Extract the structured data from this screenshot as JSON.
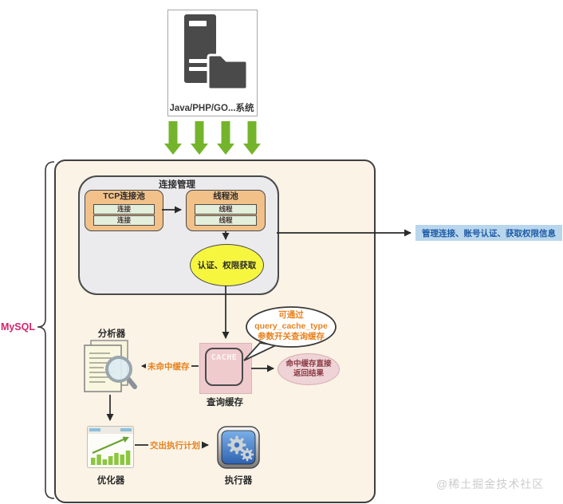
{
  "app": {
    "label": "Java/PHP/GO...系统"
  },
  "mysql": {
    "label": "MySQL"
  },
  "connection_management": {
    "title": "连接管理",
    "tcp_pool": {
      "title": "TCP连接池",
      "items": [
        "连接",
        "连接"
      ]
    },
    "thread_pool": {
      "title": "线程池",
      "items": [
        "线程",
        "线程"
      ]
    },
    "auth": "认证、权限获取"
  },
  "note": {
    "right": "管理连接、账号认证、获取权限信息"
  },
  "query_cache": {
    "cache_text": "CACHE",
    "title": "查询缓存",
    "miss_label": "未命中缓存",
    "bubble": {
      "line1": "可通过",
      "line2": "query_cache_type",
      "line3": "参数开关查询缓存"
    },
    "hit": {
      "line1": "命中缓存直接",
      "line2": "返回结果"
    }
  },
  "analyzer": {
    "title": "分析器"
  },
  "optimizer": {
    "title": "优化器",
    "handoff_label": "交出执行计划"
  },
  "executor": {
    "title": "执行器"
  },
  "watermark": "@稀土掘金技术社区",
  "colors": {
    "green_arrow": "#74b42c",
    "pool_orange": "#f1c189",
    "pool_item_green": "#e3efdb",
    "auth_yellow": "#f6f63f",
    "cache_pink": "#f0cbce",
    "hit_pink": "#eed3d7",
    "note_blue_bg": "#b9d6ec",
    "note_blue_text": "#1e5ba6",
    "orange_text": "#e8821e",
    "maroon_text": "#8b3b44",
    "mysql_red": "#d6246c",
    "box_cream": "#faf3e6",
    "conn_gray": "#ebebee"
  }
}
